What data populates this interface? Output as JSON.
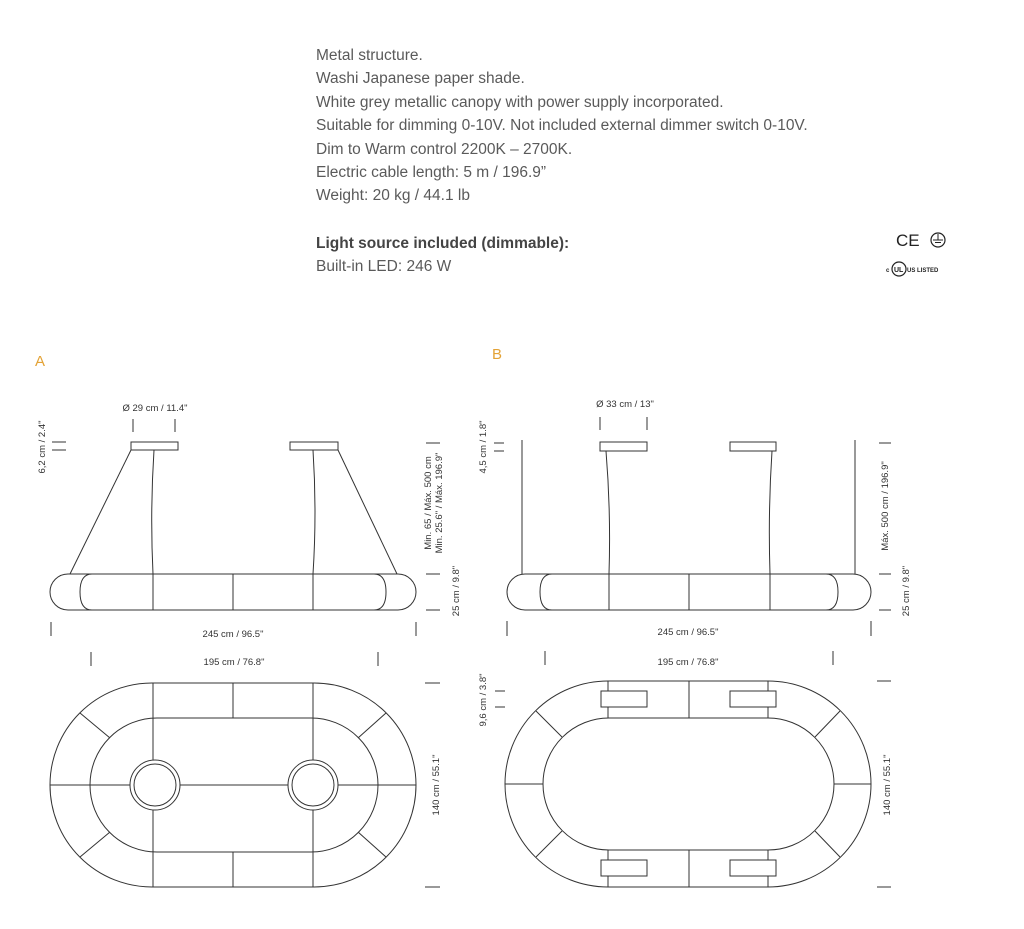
{
  "specs": {
    "lines": [
      "Metal structure.",
      "Washi Japanese paper shade.",
      "White grey metallic canopy with power supply incorporated.",
      "Suitable for dimming 0-10V. Not included external dimmer switch 0-10V.",
      "Dim to Warm control 2200K – 2700K.",
      "Electric cable length: 5 m / 196.9”",
      "Weight: 20 kg / 44.1 lb"
    ],
    "light_source_heading": "Light source included (dimmable):",
    "light_source_value": "Built-in LED: 246 W"
  },
  "certifications": {
    "ce": "CE",
    "ul": "UL",
    "ul_c": "c",
    "ul_listed": "US LISTED"
  },
  "accent_color": "#e3a235",
  "drawing_a": {
    "label": "A",
    "canopy_diameter": "Ø 29 cm / 11.4\"",
    "canopy_height": "6,2 cm / 2.4\"",
    "suspension_cm": "Min. 65 / Máx. 500 cm",
    "suspension_in": "Min. 25.6\" / Máx. 196.9\"",
    "ring_height": "25 cm / 9.8\"",
    "total_length": "245 cm / 96.5\"",
    "inner_length": "195 cm / 76.8\"",
    "width": "140 cm / 55.1\""
  },
  "drawing_b": {
    "label": "B",
    "canopy_size": "Ø 33 cm / 13\"",
    "canopy_height": "4,5 cm / 1.8\"",
    "suspension": "Máx. 500 cm / 196.9\"",
    "ring_height": "25 cm / 9.8\"",
    "total_length": "245 cm / 96.5\"",
    "inner_length": "195 cm / 76.8\"",
    "canopy_depth": "9,6 cm / 3.8\"",
    "width": "140 cm / 55.1\""
  }
}
